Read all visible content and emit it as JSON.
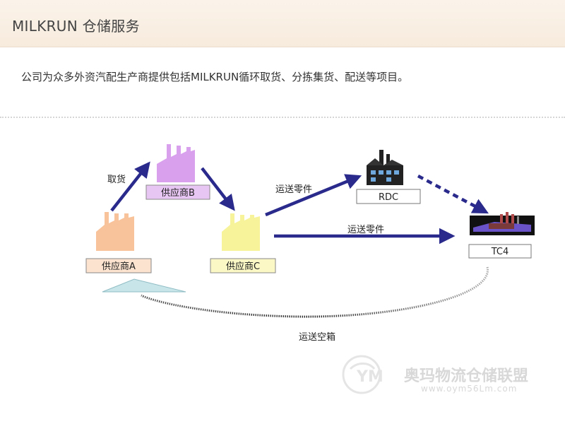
{
  "header": {
    "title": "MILKRUN 仓储服务"
  },
  "intro": {
    "text": "公司为众多外资汽配生产商提供包括MILKRUN循环取货、分拣集货、配送等项目。"
  },
  "diagram": {
    "nodes": {
      "supplier_a": "供应商A",
      "supplier_b": "供应商B",
      "supplier_c": "供应商C",
      "rdc": "RDC",
      "tc4": "TC4"
    },
    "edges": {
      "pickup": "取货",
      "deliver_parts_to_rdc": "运送零件",
      "deliver_parts_to_tc4": "运送零件",
      "return_empty_boxes": "运送空箱"
    },
    "colors": {
      "arrow": "#2a2a8c",
      "factory_a": "#f8c39a",
      "factory_b": "#d9a0ee",
      "factory_c": "#f6f39a",
      "label_a_bg": "#fbe3cf",
      "label_b_bg": "#e8c6f3",
      "label_c_bg": "#fbf8c6",
      "return_triangle": "#c8e6ea"
    }
  },
  "watermark": {
    "brand": "奥玛物流仓储联盟",
    "url": "www.oym56Lm.com"
  }
}
